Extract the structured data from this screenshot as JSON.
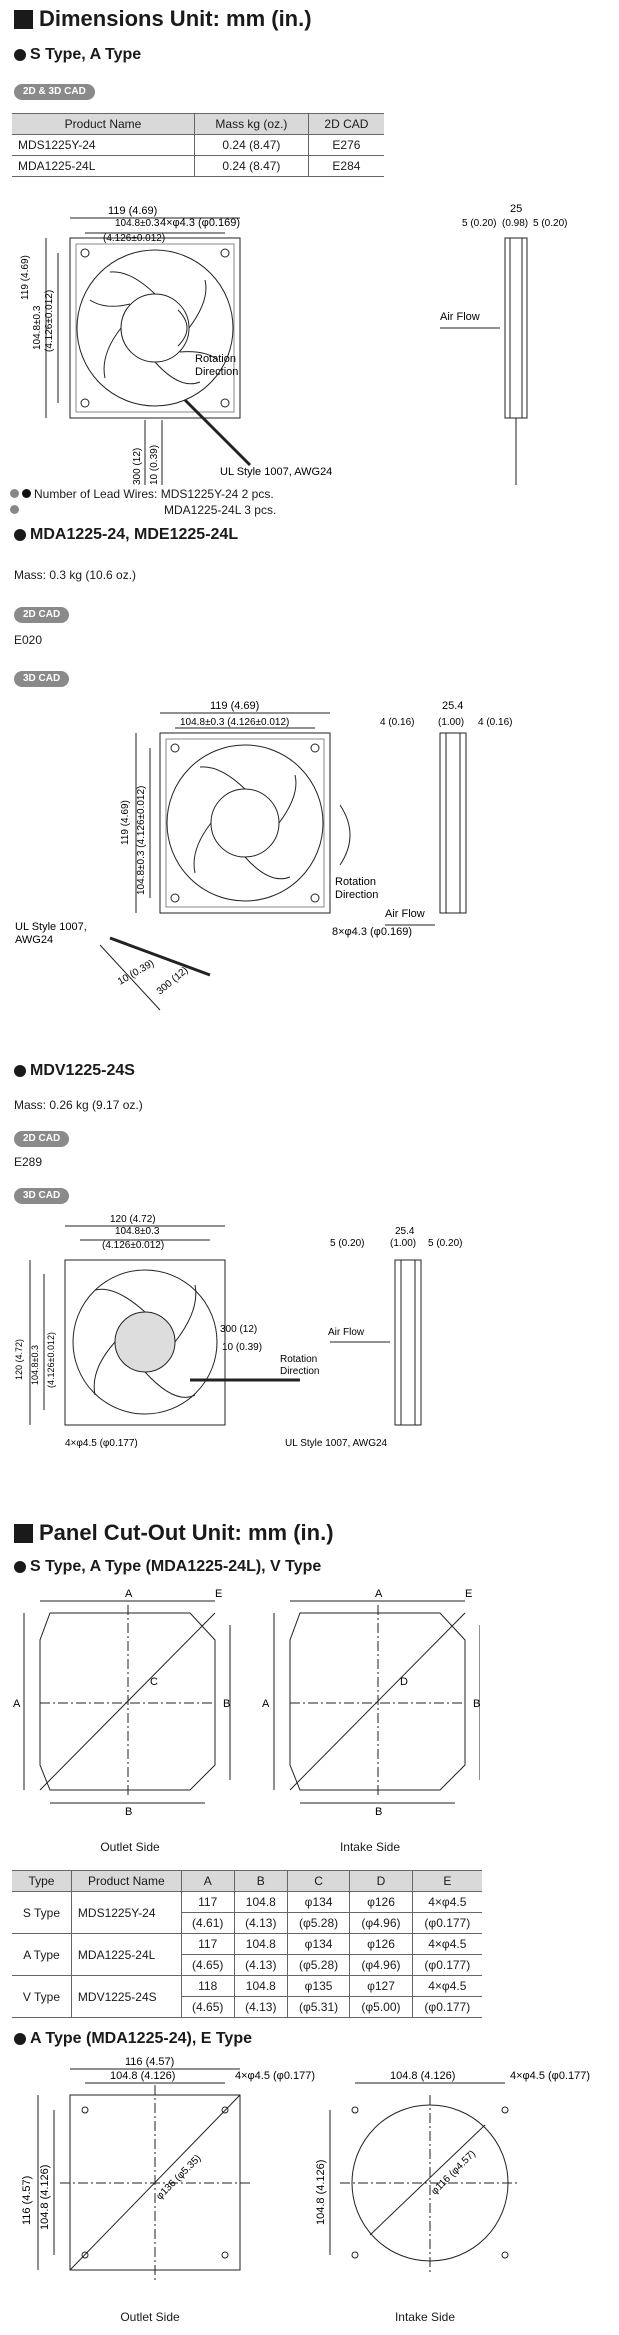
{
  "dimensions": {
    "title": "Dimensions Unit: mm (in.)",
    "s_type": {
      "subtitle": "S Type, A Type",
      "badge": "2D & 3D CAD",
      "table": {
        "headers": [
          "Product Name",
          "Mass  kg (oz.)",
          "2D CAD"
        ],
        "rows": [
          [
            "MDS1225Y-24",
            "0.24 (8.47)",
            "E276"
          ],
          [
            "MDA1225-24L",
            "0.24 (8.47)",
            "E284"
          ]
        ]
      },
      "drawing": {
        "d119": "119 (4.69)",
        "d1048": "104.8±0.3",
        "d4126": "(4.126±0.012)",
        "holes": "4×φ4.3 (φ0.169)",
        "v119": "119 (4.69)",
        "v1048": "104.8±0.3",
        "v4126": "(4.126±0.012)",
        "rotation": "Rotation",
        "direction": "Direction",
        "l300": "300 (12)",
        "l10": "10 (0.39)",
        "wire": "UL Style 1007, AWG24",
        "side25": "25",
        "side098": "(0.98)",
        "side5a": "5 (0.20)",
        "side5b": "5 (0.20)",
        "airflow": "Air Flow"
      },
      "lead_label": "Number of Lead Wires: MDS1225Y-24 2 pcs.",
      "lead_label2": "MDA1225-24L 3 pcs."
    },
    "mda": {
      "subtitle": "MDA1225-24, MDE1225-24L",
      "mass": "Mass: 0.3 kg (10.6 oz.)",
      "badge2d": "2D CAD",
      "cad": "E020",
      "badge3d": "3D CAD",
      "drawing": {
        "d119": "119 (4.69)",
        "d1048": "104.8±0.3 (4.126±0.012)",
        "v119": "119 (4.69)",
        "v1048": "104.8±0.3 (4.126±0.012)",
        "side254": "25.4",
        "side100": "(1.00)",
        "side4a": "4 (0.16)",
        "side4b": "4 (0.16)",
        "rotation": "Rotation",
        "direction": "Direction",
        "airflow": "Air Flow",
        "holes": "8×φ4.3 (φ0.169)",
        "wire1": "UL Style 1007,",
        "wire2": "AWG24",
        "l10": "10 (0.39)",
        "l300": "300 (12)"
      }
    },
    "mdv": {
      "subtitle": "MDV1225-24S",
      "mass": "Mass: 0.26 kg (9.17 oz.)",
      "badge2d": "2D CAD",
      "cad": "E289",
      "badge3d": "3D CAD",
      "drawing": {
        "d120": "120 (4.72)",
        "d1048": "104.8±0.3",
        "d4126": "(4.126±0.012)",
        "v120": "120 (4.72)",
        "v1048": "104.8±0.3",
        "v4126": "(4.126±0.012)",
        "side254": "25.4",
        "side100": "(1.00)",
        "side5a": "5 (0.20)",
        "side5b": "5 (0.20)",
        "airflow": "Air Flow",
        "l300": "300 (12)",
        "l10": "10 (0.39)",
        "rotation": "Rotation",
        "direction": "Direction",
        "holes": "4×φ4.5 (φ0.177)",
        "wire": "UL Style 1007, AWG24"
      }
    }
  },
  "panel": {
    "title": "Panel Cut-Out Unit: mm (in.)",
    "s_type": {
      "subtitle": "S Type, A Type (MDA1225-24L), V Type",
      "labels": {
        "A": "A",
        "B": "B",
        "C": "C",
        "D": "D",
        "E": "E"
      },
      "outlet_caption": "Outlet Side",
      "intake_caption": "Intake Side",
      "table": {
        "headers": [
          "Type",
          "Product Name",
          "A",
          "B",
          "C",
          "D",
          "E"
        ],
        "rows": [
          [
            "S Type",
            "MDS1225Y-24",
            "117",
            "104.8",
            "φ134",
            "φ126",
            "4×φ4.5",
            "(4.61)",
            "(4.13)",
            "(φ5.28)",
            "(φ4.96)",
            "(φ0.177)"
          ],
          [
            "A Type",
            "MDA1225-24L",
            "117",
            "104.8",
            "φ134",
            "φ126",
            "4×φ4.5",
            "(4.65)",
            "(4.13)",
            "(φ5.28)",
            "(φ4.96)",
            "(φ0.177)"
          ],
          [
            "V Type",
            "MDV1225-24S",
            "118",
            "104.8",
            "φ135",
            "φ127",
            "4×φ4.5",
            "(4.65)",
            "(4.13)",
            "(φ5.31)",
            "(φ5.00)",
            "(φ0.177)"
          ]
        ]
      }
    },
    "a_type": {
      "subtitle": "A Type (MDA1225-24), E Type",
      "outlet": {
        "d116": "116 (4.57)",
        "d1048": "104.8 (4.126)",
        "holes": "4×φ4.5 (φ0.177)",
        "v116": "116 (4.57)",
        "v1048": "104.8 (4.126)",
        "diag": "φ136 (φ5.35)",
        "caption": "Outlet Side"
      },
      "intake": {
        "d1048": "104.8 (4.126)",
        "holes": "4×φ4.5 (φ0.177)",
        "v1048": "104.8 (4.126)",
        "diag": "φ116 (φ4.57)",
        "caption": "Intake Side"
      }
    }
  }
}
